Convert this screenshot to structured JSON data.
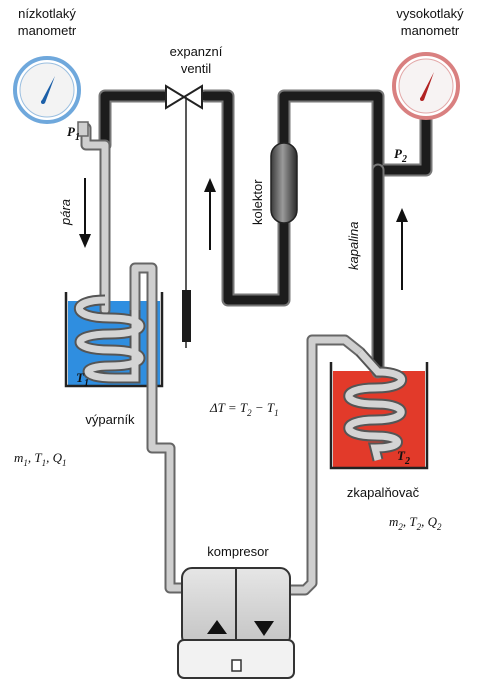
{
  "labels": {
    "low_gauge_line1": "nízkotlaký",
    "low_gauge_line2": "manometr",
    "high_gauge_line1": "vysokotlaký",
    "high_gauge_line2": "manometr",
    "valve_line1": "expanzní",
    "valve_line2": "ventil",
    "p1_main": "P",
    "p1_sub": "1",
    "p2_main": "P",
    "p2_sub": "2",
    "vapor": "pára",
    "collector": "kolektor",
    "liquid": "kapalina",
    "t1_main": "T",
    "t1_sub": "1",
    "t2_main": "T",
    "t2_sub": "2",
    "evaporator": "výparník",
    "delta_formula_a": "ΔT = T",
    "delta_formula_sub2": "2",
    "delta_formula_b": " − T",
    "delta_formula_sub1": "1",
    "evap_params": {
      "m": "m",
      "m_sub": "1",
      "t": "T",
      "t_sub": "1",
      "q": "Q",
      "q_sub": "1"
    },
    "condenser": "zkapalňovač",
    "cond_params": {
      "m": "m",
      "m_sub": "2",
      "t": "T",
      "t_sub": "2",
      "q": "Q",
      "q_sub": "2"
    },
    "compressor": "kompresor"
  },
  "colors": {
    "water_cold": "#2f8ee0",
    "water_hot": "#e23a2a",
    "pipe_dark": "#1c1c1c",
    "pipe_light": "#c9c9c9",
    "gauge_low_ring": "#6fa8dc",
    "gauge_high_ring": "#d98080"
  }
}
